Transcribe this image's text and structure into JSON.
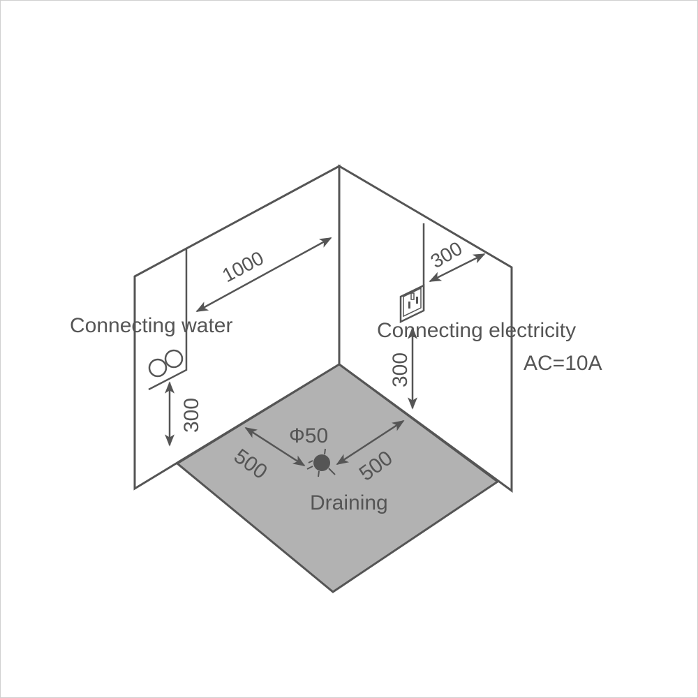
{
  "diagram": {
    "type": "shower-room-installation-diagram",
    "colors": {
      "line": "#555555",
      "floor": "#b2b2b2",
      "wall": "#ffffff",
      "text": "#555555",
      "border": "#cfcfcf"
    },
    "labels": {
      "water": "Connecting water",
      "electricity": "Connecting electricity",
      "electricity_spec": "AC=10A",
      "drain": "Draining"
    },
    "dimensions": {
      "water_horizontal": "1000",
      "water_height": "300",
      "electric_horizontal": "300",
      "electric_height": "300",
      "drain_diameter": "Ф50",
      "drain_left_offset": "500",
      "drain_right_offset": "500"
    },
    "icons": {
      "water_inlet": "water-pipe-icon",
      "power_socket": "power-socket-icon",
      "drain": "drain-icon"
    }
  }
}
